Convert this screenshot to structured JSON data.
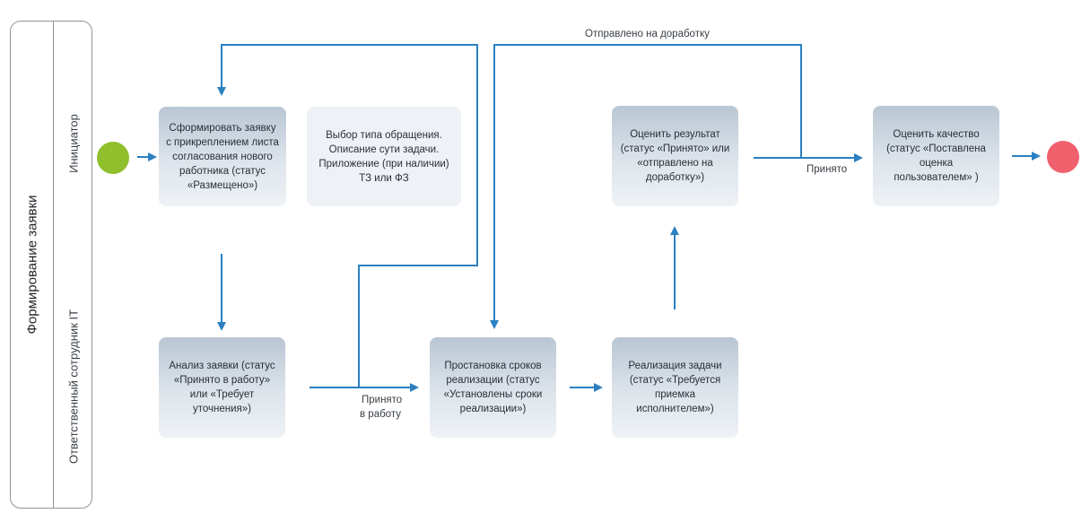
{
  "group_title": "Формирование заявки",
  "lanes": {
    "initiator": "Инициатор",
    "it_employee": "Ответственный сотрудник IT"
  },
  "boxes": {
    "form_request": "Сформировать заявку с прикреплением листа согласования нового работника (статус «Размещено»)",
    "note": "Выбор типа обращения. Описание сути задачи. Приложение (при наличии) ТЗ или ФЗ",
    "evaluate_result": "Оценить результат (статус «Принято» или «отправлено на доработку»)",
    "evaluate_quality": "Оценить качество (статус «Поставлена оценка пользователем» )",
    "analyze_request": "Анализ заявки (статус «Принято в работу» или «Требует уточнения»)",
    "set_deadlines": "Простановка сроков реализации (статус «Установлены сроки реализации»)",
    "implement_task": "Реализация задачи (статус «Требуется приемка исполнителем»)"
  },
  "edge_labels": {
    "sent_back": "Отправлено на доработку",
    "accepted": "Принято",
    "accepted_work_line1": "Принято",
    "accepted_work_line2": "в работу"
  },
  "colors": {
    "arrow": "#2b80c0",
    "start_node": "#8fbf2c",
    "end_node": "#f0606d",
    "task_top": "#b9c6d3",
    "task_bottom": "#eef2f6",
    "note_bg": "#eef2f6"
  }
}
